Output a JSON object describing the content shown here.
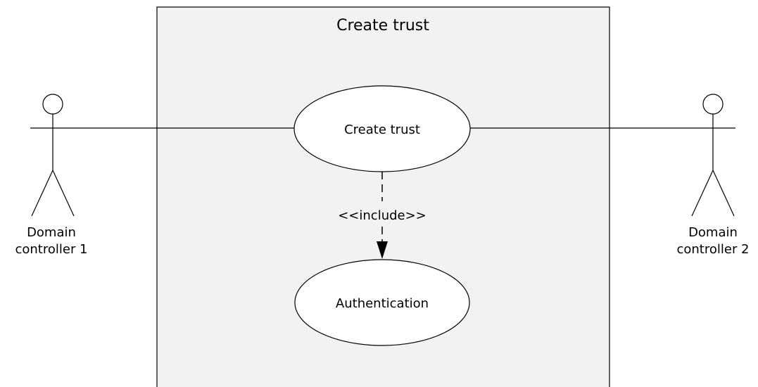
{
  "system": {
    "title": "Create trust",
    "fill": "#f2f2f2",
    "stroke": "#000000"
  },
  "actors": {
    "left": {
      "line1": "Domain",
      "line2": "controller 1"
    },
    "right": {
      "line1": "Domain",
      "line2": "controller 2"
    }
  },
  "use_cases": {
    "create_trust": "Create trust",
    "authentication": "Authentication"
  },
  "relationship": {
    "stereotype": "<<include>>"
  }
}
